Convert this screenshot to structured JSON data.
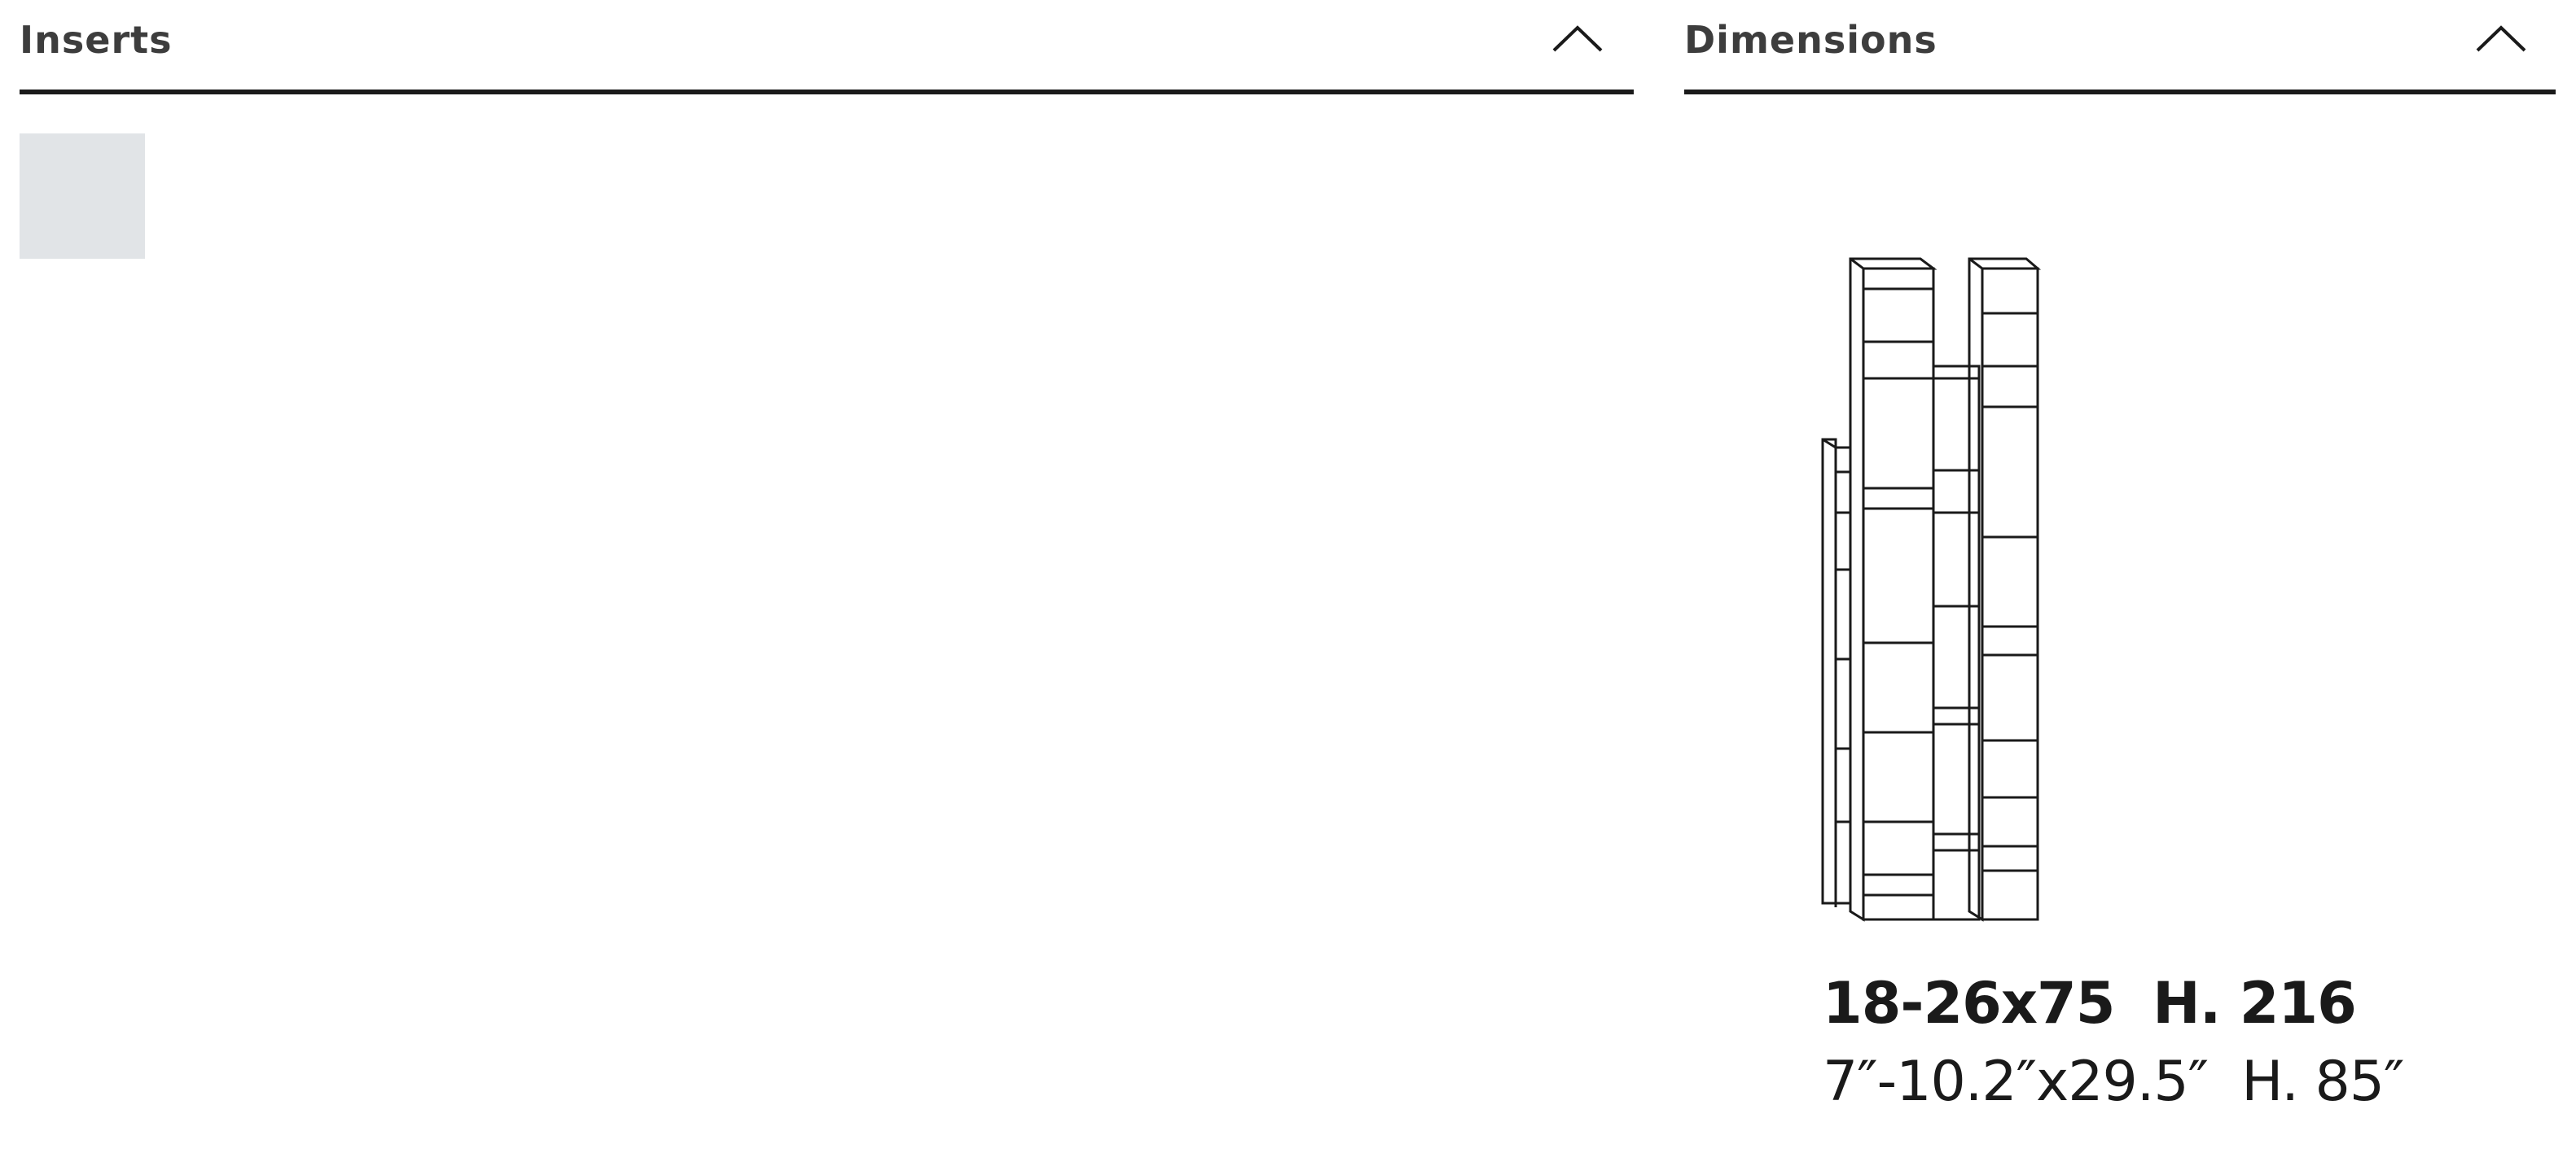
{
  "inserts_panel": {
    "title": "Inserts",
    "toggle_icon": "chevron-up-icon",
    "swatch_color": "#e1e4e7"
  },
  "dimensions_panel": {
    "title": "Dimensions",
    "toggle_icon": "chevron-up-icon",
    "drawing_icon": "bookcase-line-drawing",
    "metric": "18-26x75  H. 216",
    "imperial": "7″-10.2″x29.5″  H. 85″"
  },
  "colors": {
    "divider": "#1a1a1a",
    "title_text": "#3d3d3d",
    "swatch": "#e1e4e7"
  }
}
